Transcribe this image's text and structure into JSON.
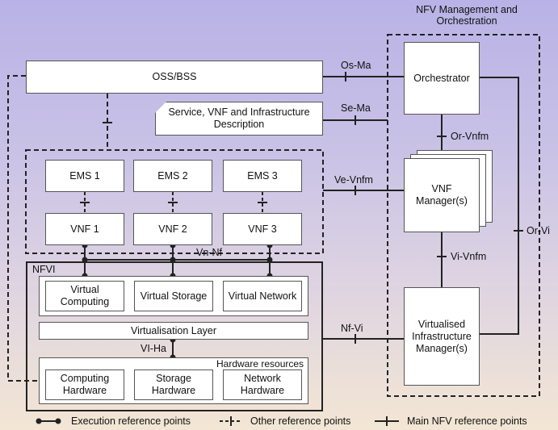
{
  "title_nfv_mano": "NFV Management and Orchestration",
  "oss_bss": "OSS/BSS",
  "service_desc": "Service, VNF and Infrastructure Description",
  "ems": [
    "EMS 1",
    "EMS 2",
    "EMS 3"
  ],
  "vnf": [
    "VNF 1",
    "VNF 2",
    "VNF 3"
  ],
  "nfvi": "NFVI",
  "virtual_resources": [
    "Virtual Computing",
    "Virtual Storage",
    "Virtual Network"
  ],
  "virtualisation_layer": "Virtualisation Layer",
  "hardware_resources_title": "Hardware resources",
  "hardware": [
    "Computing Hardware",
    "Storage Hardware",
    "Network Hardware"
  ],
  "orchestrator": "Orchestrator",
  "vnf_manager": "VNF Manager(s)",
  "vim": "Virtualised Infrastructure Manager(s)",
  "ref_points": {
    "os_ma": "Os-Ma",
    "se_ma": "Se-Ma",
    "ve_vnfm": "Ve-Vnfm",
    "or_vnfm": "Or-Vnfm",
    "vi_vnfm": "Vi-Vnfm",
    "or_vi": "Or-Vi",
    "nf_vi": "Nf-Vi",
    "vn_nf": "Vn-Nf",
    "vi_ha": "VI-Ha"
  },
  "legend": {
    "execution": "Execution reference points",
    "other": "Other reference points",
    "main": "Main NFV reference points"
  }
}
